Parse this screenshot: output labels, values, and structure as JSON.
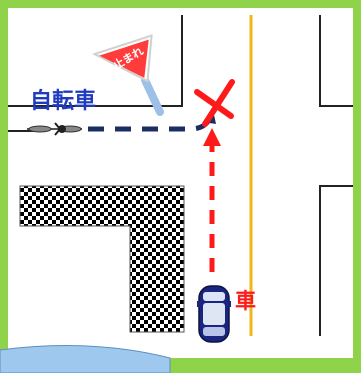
{
  "labels": {
    "stop_sign": "止まれ",
    "bicycle": "自転車",
    "car": "車"
  },
  "colors": {
    "frame_green": "#8ed34a",
    "bicycle_label": "#1f3bbf",
    "bicycle_path": "#1b2e63",
    "car_path": "#ff1a1a",
    "collision_mark": "#ff1a1a",
    "center_line": "#f2b51b",
    "stop_sign": "#ff3b3b",
    "stop_sign_pole": "#9cc0e6",
    "car_label": "#ff1a1a",
    "bottom_panel": "#9ec8ee"
  },
  "icons": {
    "stop_sign": "inverted-triangle-stop-sign",
    "bicycle": "bicycle-top-view",
    "car": "car-top-view",
    "collision": "x-mark"
  }
}
